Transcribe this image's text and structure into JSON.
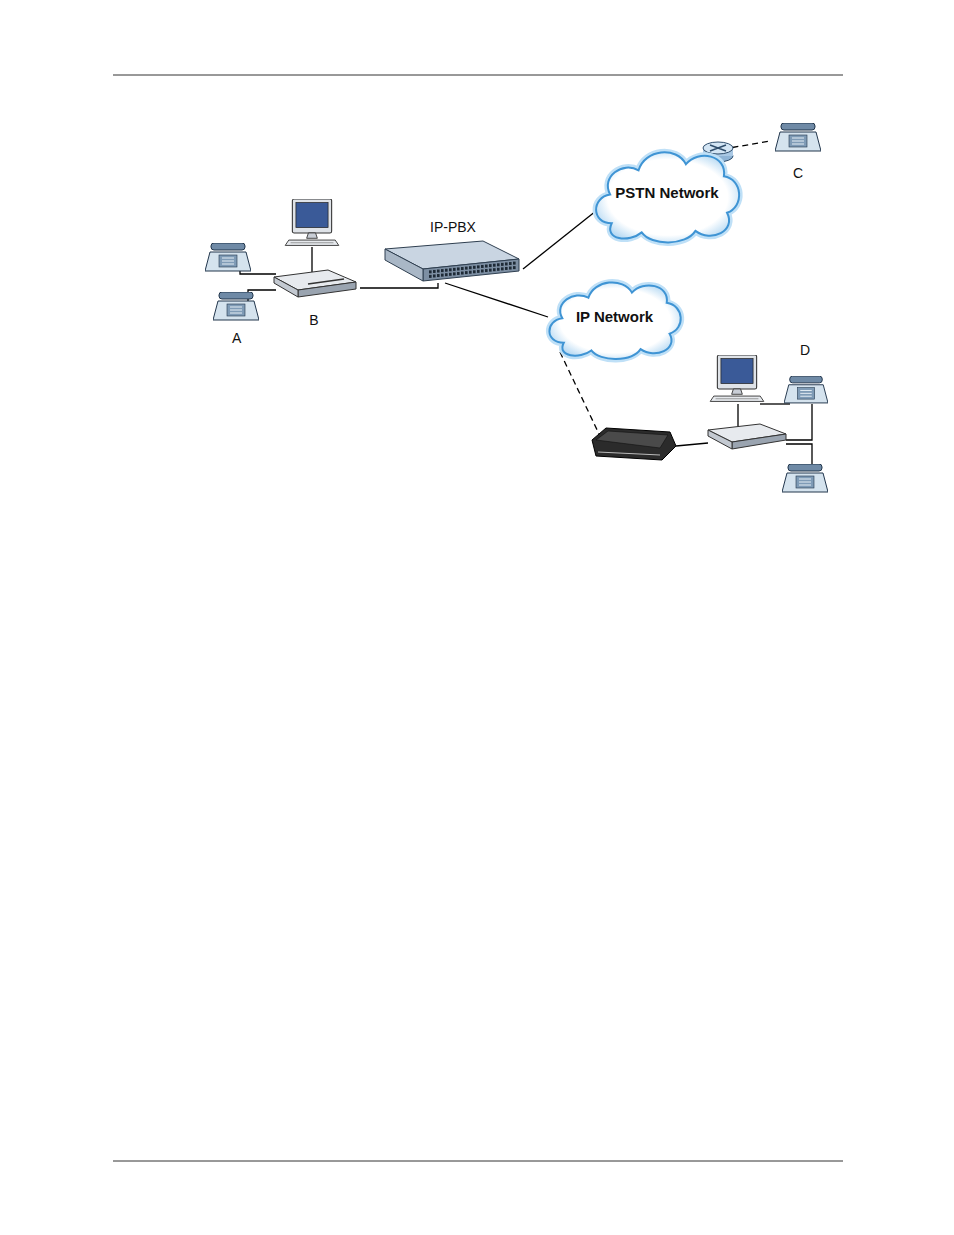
{
  "diagram": {
    "nodes": [
      {
        "text": [
          "IP-PBX"
        ]
      },
      {
        "text": [
          "PSTN Network"
        ]
      },
      {
        "text": [
          "C"
        ]
      },
      {
        "text": [
          "B"
        ]
      },
      {
        "text": [
          "IP Network"
        ]
      }
    ],
    "edges": [
      {
        "from": 3,
        "to": 0,
        "arrow": "none"
      },
      {
        "from": 0,
        "to": 1,
        "arrow": "none"
      },
      {
        "from": 1,
        "to": 2,
        "arrow": "none"
      },
      {
        "from": 0,
        "to": 4,
        "arrow": "none"
      }
    ],
    "labels": [
      "A",
      "D"
    ]
  }
}
